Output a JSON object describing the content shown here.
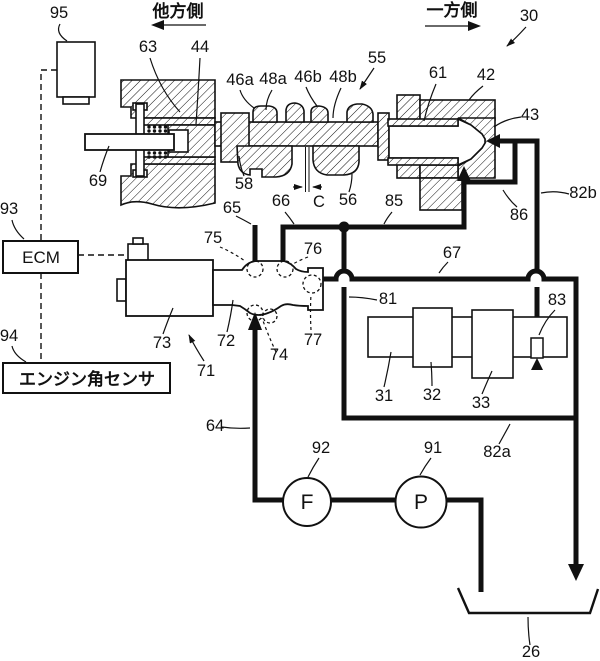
{
  "direction_labels": {
    "other_side": "他方側",
    "one_side": "一方側"
  },
  "components": {
    "ecm": "ECM",
    "angle_sensor": "エンジン角センサ",
    "filter": "F",
    "pump": "P"
  },
  "dimension": {
    "clearance": "C"
  },
  "ref_numbers": {
    "r26": "26",
    "r30": "30",
    "r31": "31",
    "r32": "32",
    "r33": "33",
    "r42": "42",
    "r43": "43",
    "r44": "44",
    "r46a": "46a",
    "r46b": "46b",
    "r48a": "48a",
    "r48b": "48b",
    "r55": "55",
    "r56": "56",
    "r58": "58",
    "r61": "61",
    "r63": "63",
    "r64": "64",
    "r65": "65",
    "r66": "66",
    "r67": "67",
    "r69": "69",
    "r71": "71",
    "r72": "72",
    "r73": "73",
    "r74": "74",
    "r75": "75",
    "r76": "76",
    "r77": "77",
    "r81": "81",
    "r82a": "82a",
    "r82b": "82b",
    "r83": "83",
    "r85": "85",
    "r86": "86",
    "r91": "91",
    "r92": "92",
    "r93": "93",
    "r94": "94",
    "r95": "95"
  }
}
